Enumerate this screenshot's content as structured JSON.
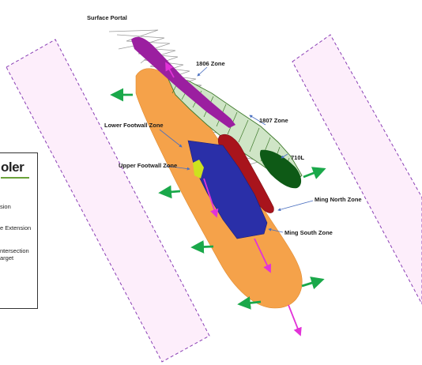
{
  "labels": {
    "surface_portal": "Surface Portal",
    "zone_1806": "1806 Zone",
    "zone_1807": "1807 Zone",
    "level_710": "710L",
    "lower_footwall": "Lower Footwall Zone",
    "upper_footwall": "Upper Footwall Zone",
    "ming_north": "Ming North Zone",
    "ming_south": "Ming South Zone"
  },
  "legend": {
    "logo_prefix": "o",
    "logo_rest": "ler",
    "items": [
      "sion",
      "e Extension",
      "ntersection",
      "arget"
    ]
  },
  "colors": {
    "lower_footwall": "#f5a24a",
    "upper_footwall": "#2a2fa8",
    "ming_north": "#a8141c",
    "zone_1806": "#9b1fa0",
    "zone_1807": "#3f7a2c",
    "level_710": "#0e5a16",
    "arrow_green": "#1aa84a",
    "arrow_magenta": "#e233d8",
    "plane_outline": "#8a3fb5",
    "plane_fill": "#fdeefb",
    "workings": "#9a9a9a",
    "leader": "#4a6fc0"
  }
}
